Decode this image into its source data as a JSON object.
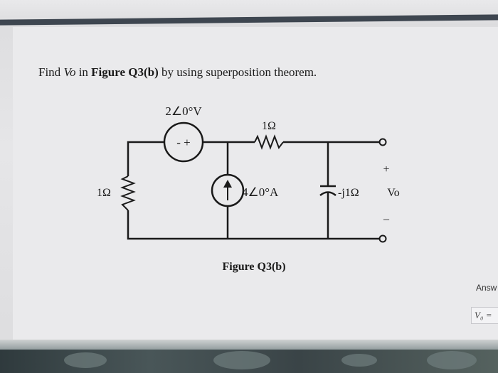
{
  "question": {
    "find": "Find ",
    "variable": "Vo",
    "in": " in ",
    "figure_ref": "Figure Q3(b)",
    "rest": " by using superposition theorem."
  },
  "circuit": {
    "voltage_source": "2∠0°V",
    "voltage_source_polarity": "- +",
    "resistor_top": "1Ω",
    "resistor_left": "1Ω",
    "current_source": "4∠0°A",
    "capacitor": "-j1Ω",
    "output_plus": "+",
    "output_label": "Vo",
    "output_minus": "–",
    "caption": "Figure Q3(b)"
  },
  "answer": {
    "label": "Answ",
    "field": "V₀ ="
  }
}
